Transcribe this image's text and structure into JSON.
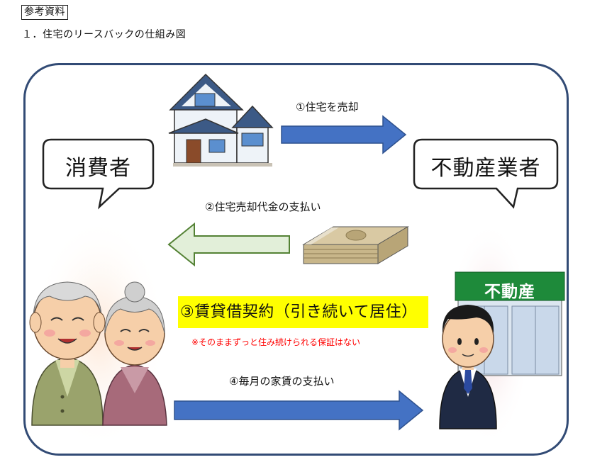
{
  "header": {
    "tag": "参考資料",
    "subtitle": "１．住宅のリースバックの仕組み図"
  },
  "nodes": {
    "consumer": "消費者",
    "realtor": "不動産業者",
    "shop_sign": "不動産"
  },
  "flows": {
    "step1": "①住宅を売却",
    "step2": "②住宅売却代金の支払い",
    "step3": "③賃貸借契約（引き続いて居住）",
    "step3_note": "※そのままずっと住み続けられる保証はない",
    "step4": "④毎月の家賃の支払い"
  },
  "colors": {
    "frame": "#324b75",
    "arrow_blue": "#4472c4",
    "arrow_green": "#e2efd9",
    "highlight": "#ffff00",
    "note": "#ff0000",
    "sign": "#1e8a3a"
  }
}
